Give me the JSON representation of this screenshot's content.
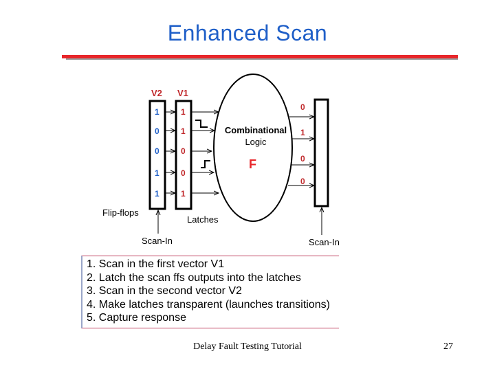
{
  "slide": {
    "title": "Enhanced Scan",
    "footer": "Delay Fault Testing Tutorial",
    "page_number": "27"
  },
  "diagram": {
    "v2_label": "V2",
    "v1_label": "V1",
    "v2_bits": [
      "1",
      "0",
      "0",
      "1",
      "1"
    ],
    "v1_bits": [
      "1",
      "1",
      "0",
      "0",
      "1"
    ],
    "logic_label_line1": "Combinational",
    "logic_label_line2": "Logic",
    "fault_label": "F",
    "output_bits": [
      "0",
      "1",
      "0",
      "0"
    ],
    "flipflops_label": "Flip-flops",
    "latches_label": "Latches",
    "scan_in_left": "Scan-In",
    "scan_in_right": "Scan-In",
    "colors": {
      "blue": "#1f5fc8",
      "red": "#e8262a"
    }
  },
  "steps": [
    "1. Scan in the first vector  V1",
    "2. Latch the scan ffs outputs into the latches",
    "3. Scan in the second vector V2",
    "4. Make latches transparent (launches transitions)",
    "5. Capture response"
  ]
}
